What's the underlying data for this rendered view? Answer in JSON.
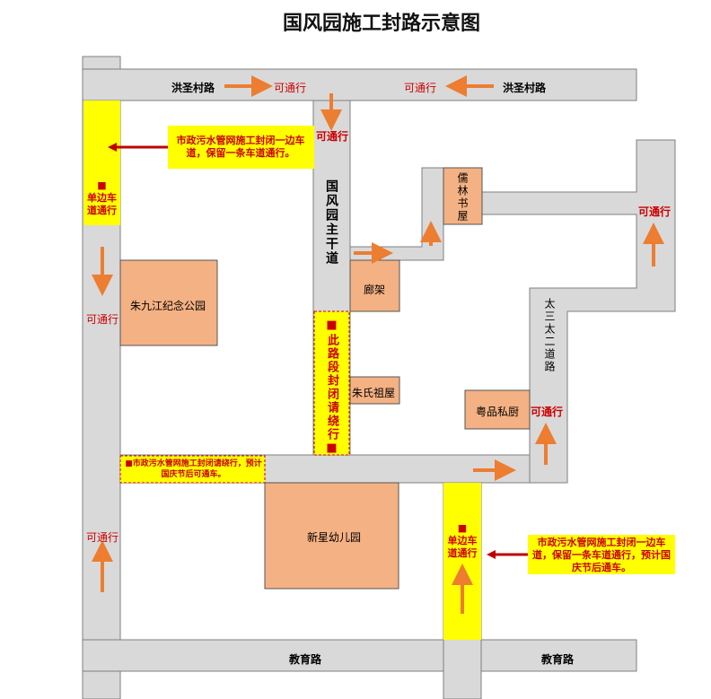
{
  "title": "国风园施工封路示意图",
  "roads": {
    "hongsheng_left": "洪圣村路",
    "hongsheng_right": "洪圣村路",
    "guofengyuan_main": "国风园主干道",
    "taisantai": "太三太二道路",
    "jiaoyu_left": "教育路",
    "jiaoyu_right": "教育路"
  },
  "buildings": {
    "ruilin": "儒林书屋",
    "langjia": "廊架",
    "zhu_park": "朱九江纪念公园",
    "zhushi": "朱氏祖屋",
    "yuepin": "粤品私厨",
    "xinxing": "新星幼儿园"
  },
  "passable": "可通行",
  "notes": {
    "left_closure": "市政污水管网施工封闭一边车道，保留一条车道通行。",
    "left_yellow": "单边车道通行",
    "main_closure": "此路段封闭请绕行",
    "bottom_left": "市政污水管网施工封闭请绕行，预计国庆节后可通车。",
    "bottom_yellow": "单边车道通行",
    "bottom_right": "市政污水管网施工封闭一边车道，保留一条车道通行，预计国庆节后通车。"
  },
  "colors": {
    "road": "#d9d9d9",
    "building": "#f4b183",
    "closure": "#ffff00",
    "arrow_orange": "#ed7d31",
    "arrow_red": "#c00000",
    "text_red": "#cc0000"
  }
}
